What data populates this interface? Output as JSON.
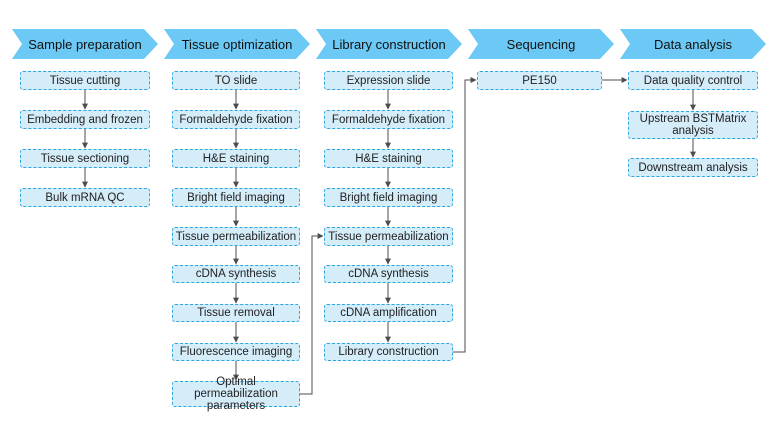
{
  "colors": {
    "header_fill": "#6cc8f4",
    "box_fill": "#d5ecf9",
    "box_border": "#2ca6e0",
    "arrow": "#4d4d4d"
  },
  "stages": [
    {
      "title": "Sample preparation",
      "steps": [
        "Tissue cutting",
        "Embedding and frozen",
        "Tissue sectioning",
        "Bulk mRNA QC"
      ]
    },
    {
      "title": "Tissue optimization",
      "steps": [
        "TO slide",
        "Formaldehyde fixation",
        "H&E staining",
        "Bright field imaging",
        "Tissue permeabilization",
        "cDNA synthesis",
        "Tissue removal",
        "Fluorescence imaging",
        "Optimal permeabilization parameters"
      ]
    },
    {
      "title": "Library construction",
      "steps": [
        "Expression slide",
        "Formaldehyde fixation",
        "H&E staining",
        "Bright field imaging",
        "Tissue permeabilization",
        "cDNA synthesis",
        "cDNA amplification",
        "Library construction"
      ]
    },
    {
      "title": "Sequencing",
      "steps": [
        "PE150"
      ]
    },
    {
      "title": "Data analysis",
      "steps": [
        "Data quality control",
        "Upstream BSTMatrix analysis",
        "Downstream analysis"
      ]
    }
  ]
}
